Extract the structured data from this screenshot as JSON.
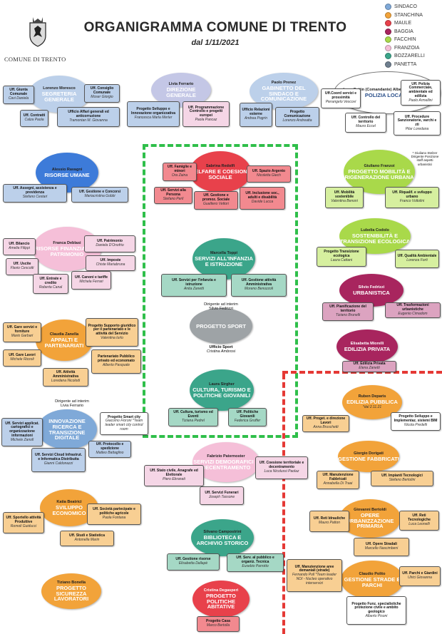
{
  "header": {
    "title": "ORGANIGRAMMA  COMUNE DI TRENTO",
    "date": "dal 1/11/2021",
    "city_label": "COMUNE DI TRENTO"
  },
  "legend": [
    {
      "label": "SINDACO",
      "color": "#7fa9d8"
    },
    {
      "label": "STANCHINA",
      "color": "#f2a33a"
    },
    {
      "label": "MAULE",
      "color": "#e8414b"
    },
    {
      "label": "BAGGIA",
      "color": "#a8255e"
    },
    {
      "label": "FACCHIN",
      "color": "#a9d94a"
    },
    {
      "label": "FRANZOIA",
      "color": "#f5bfd8"
    },
    {
      "label": "BOZZARELLI",
      "color": "#3ba58a"
    },
    {
      "label": "PANETTA",
      "color": "#6f7f8f"
    }
  ],
  "colors": {
    "green_border": "#2fbf4a",
    "red_border": "#e53935"
  },
  "units": [
    {
      "id": "segreteria",
      "head": "Lorenzo Moresco",
      "name": "SEGRETERIA GENERALE",
      "color": "#bcd0ea"
    },
    {
      "id": "direzione",
      "head": "Livia Ferrario",
      "name": "DIREZIONE GENERALE",
      "color": "#c4c7e6"
    },
    {
      "id": "gabinetto",
      "head": "Paolo Prenez",
      "name": "GABINETTO DEL SINDACO E COMUNICAZIONE",
      "color": "#bcd0ea"
    },
    {
      "id": "polizia",
      "head": "Luca Sattin (Comandante) Alberto Adami (Vice)",
      "name": "POLIZIA LOCALE",
      "color": "#ffffff"
    },
    {
      "id": "risorse",
      "head": "Alessio Ravagni",
      "name": "RISORSE UMANE",
      "color": "#3d7bd9"
    },
    {
      "id": "welfare",
      "head": "Sabrina Redolfi",
      "name": "WELFARE E COESIONE SOCIALE",
      "color": "#e8414b"
    },
    {
      "id": "mobilita",
      "head": "Giuliano Franzoi",
      "name": "PROGETTO MOBILITÀ E RIGENERAZIONE URBANA",
      "color": "#a9d94a"
    },
    {
      "id": "finanziarie",
      "head": "Franca Deblasi",
      "name": "RISORSE FINANZIARIE E PATRIMONIO",
      "color": "#f5bfd8"
    },
    {
      "id": "infanzia",
      "head": "Marcella Toppi",
      "name": "SERVIZI ALL'INFANZIA E ISTRUZIONE",
      "color": "#3ba58a"
    },
    {
      "id": "sostenibilita",
      "head": "Lubelia Codolo",
      "name": "SOSTENIBILITÀ E TRANSIZIONE ECOLOGICA",
      "color": "#a9d94a"
    },
    {
      "id": "urbanistica",
      "head": "Silvio Fedrizzi",
      "name": "URBANISTICA",
      "color": "#a8255e"
    },
    {
      "id": "sport",
      "head": "Dirigente ad interim\nSilvio Fedrizzi",
      "name": "PROGETTO SPORT",
      "color": "#9ea3a6"
    },
    {
      "id": "edilizia",
      "head": "Elisabetta Miorelli",
      "name": "EDILIZIA PRIVATA",
      "color": "#a8255e"
    },
    {
      "id": "appalti",
      "head": "Claudia Zanella",
      "name": "APPALTI E PARTENARIATI",
      "color": "#f2a33a"
    },
    {
      "id": "cultura",
      "head": "Laura Sirgher",
      "name": "CULTURA, TURISMO E POLITICHE GIOVANILI",
      "color": "#3ba58a"
    },
    {
      "id": "innovazione",
      "head": "Dirigente ad interim\nLivia Ferrario",
      "name": "INNOVAZIONE RICERCA E TRANSIZIONE DIGITALE",
      "color": "#7fa9d8"
    },
    {
      "id": "ediliziapub",
      "head": "Ruben Deparis",
      "name": "EDILIZIA PUBBLICA",
      "color": "#f2a33a"
    },
    {
      "id": "servizidemo",
      "head": "Fabrizio Paternoster",
      "name": "SERVIZI DEMOGRAFICI E DECENTRAMENTO",
      "color": "#f5bfd8"
    },
    {
      "id": "fabbricati",
      "head": "Giorgio Dorigati",
      "name": "GESTIONE FABBRICATI",
      "color": "#f2a33a"
    },
    {
      "id": "sviluppo",
      "head": "Katia Beatrici",
      "name": "SVILUPPO ECONOMICO",
      "color": "#f2a33a"
    },
    {
      "id": "operepub",
      "head": "Giovanni Bertoldi",
      "name": "OPERE URBANIZZAZIONE PRIMARIA",
      "color": "#f2a33a"
    },
    {
      "id": "biblioteca",
      "head": "Silvano Campostrini",
      "name": "BIBLIOTECA E ARCHIVIO STORICO",
      "color": "#3ba58a"
    },
    {
      "id": "strade",
      "head": "Claudio Polito",
      "name": "GESTIONE STRADE E PARCHI",
      "color": "#f2a33a"
    },
    {
      "id": "sicurezza",
      "head": "Tiziano Bonella",
      "name": "PROGETTO SICUREZZA LAVORATORI",
      "color": "#f2a33a"
    },
    {
      "id": "abitative",
      "head": "Cristina Degasperi",
      "name": "PROGETTO POLITICHE ABITATIVE",
      "color": "#e8414b"
    }
  ],
  "offices": [
    {
      "t": "Uff. Giunta Comunale",
      "p": "Cavi Daniela",
      "c": "#bcd0ea"
    },
    {
      "t": "Uff. Consiglio Comunale",
      "p": "Moser Giorgio",
      "c": "#bcd0ea"
    },
    {
      "t": "Uff. Contratti",
      "p": "Calza Paola",
      "c": "#bcd0ea"
    },
    {
      "t": "Ufficio Affari generali ed anticorruzione",
      "p": "Tramontan M. Giovanna",
      "c": "#bcd0ea"
    },
    {
      "t": "Progetto Sviluppo e Innovazione organizzativa",
      "p": "Francesca Marla Merler",
      "c": "#bcd0ea"
    },
    {
      "t": "Uff. Programmazione Controllo e progetti europei",
      "p": "Paola Pancaz",
      "c": "#f5d6e6"
    },
    {
      "t": "Ufficio Relazioni esterne",
      "p": "Andrea Pogrin",
      "c": "#bcd0ea"
    },
    {
      "t": "Progetto Comunicazione",
      "p": "Lorenzo Andreatta",
      "c": "#bcd0ea"
    },
    {
      "t": "Uff.Coord servizi e prossimità",
      "p": "Pierangelo Vescovi",
      "c": "#ffffff"
    },
    {
      "t": "Uff. Polizia Commerciale, ambientale ed edilizia",
      "p": "Paolo Armellini",
      "c": "#ffffff"
    },
    {
      "t": "Uff. Controllo del territorio",
      "p": "Mauro Eccel",
      "c": "#ffffff"
    },
    {
      "t": "Uff. Procedure Sanzionatorie, varchi e zti",
      "p": "Pilar Loredana",
      "c": "#ffffff"
    },
    {
      "t": "Uff. Assegni, assistenza e previdenza",
      "p": "Stefano Cestari",
      "c": "#bcd0ea"
    },
    {
      "t": "Uff. Gestione e Concorsi",
      "p": "Mariacristina Gobbi",
      "c": "#bcd0ea"
    },
    {
      "t": "Uff. Famiglie e minori",
      "p": "Ora Zaina",
      "c": "#f2898f"
    },
    {
      "t": "Uff. Spazio Argento",
      "p": "Nicoletta Giech",
      "c": "#f2898f"
    },
    {
      "t": "Uff. Servizi alla Persona",
      "p": "Stefano Perli",
      "c": "#f2898f"
    },
    {
      "t": "Uff. Gestione e promoz. Sociale",
      "p": "Gualtiero Vettori",
      "c": "#f2898f"
    },
    {
      "t": "Uff. Inclusione soc., adulti e disabilità",
      "p": "Davide Lucca",
      "c": "#f2898f"
    },
    {
      "t": "Uff. Mobilità sostenibile",
      "p": "Valentina Benoni",
      "c": "#d6ef9f"
    },
    {
      "t": "Uff. Riqualif. e sviluppo urbano",
      "p": "Franco Voltolini",
      "c": "#d6ef9f"
    },
    {
      "t": "Uff. Bilancio",
      "p": "Amelia Filippi",
      "c": "#f5d6e6"
    },
    {
      "t": "Uff. Patrimonio",
      "p": "Daniela D'Onofrio",
      "c": "#f5d6e6"
    },
    {
      "t": "Uff. Imposte",
      "p": "Chiste Mariabruna",
      "c": "#f5d6e6"
    },
    {
      "t": "Uff. Uscite",
      "p": "Flavio Cescotti",
      "c": "#f5d6e6"
    },
    {
      "t": "Uff. Entrate e credito",
      "p": "Roberta Canal",
      "c": "#f5d6e6"
    },
    {
      "t": "Uff. Canoni e tariffe",
      "p": "Michela Ferrari",
      "c": "#f5d6e6"
    },
    {
      "t": "Uff. Servizi per l'infanzia e istruzione",
      "p": "Anita Zanetti",
      "c": "#a5d8c5"
    },
    {
      "t": "Uff. Gestione attività Amministrativa",
      "p": "Moreno Benozzoli",
      "c": "#a5d8c5"
    },
    {
      "t": "Progetto Transizione ecologica",
      "p": "Laura Cattani",
      "c": "#d6ef9f"
    },
    {
      "t": "Uff. Qualità Ambientale",
      "p": "Lorenza Forti",
      "c": "#d6ef9f"
    },
    {
      "t": "Uff. Pianificazione del territorio",
      "p": "Tiziano Brunelli",
      "c": "#dca3c0"
    },
    {
      "t": "Uff. Trasformazioni urbanistiche",
      "p": "Eugenio Cimadom",
      "c": "#dca3c0"
    },
    {
      "t": "Ufficio Sport",
      "p": "Cristina Ambrosi",
      "c": "#ffffff"
    },
    {
      "t": "Uff. Edilizia Privata",
      "p": "Elena Zanetti",
      "c": "#dca3c0"
    },
    {
      "t": "Uff. Gare servizi e forniture",
      "p": "Mario Garbari",
      "c": "#f8cf93"
    },
    {
      "t": "Progetto Supporto giuridico per il partenariato e le attività del Servizio",
      "p": "Valentina Iurlo",
      "c": "#f8cf93"
    },
    {
      "t": "Uff. Gare Lavori",
      "p": "Michele Rizzoli",
      "c": "#f8cf93"
    },
    {
      "t": "Partenariato Pubblico privato ed economato",
      "p": "Alberto Pasquale",
      "c": "#f8cf93"
    },
    {
      "t": "Uff. Attività Amministrativa",
      "p": "Loredana Nicolodi",
      "c": "#f8cf93"
    },
    {
      "t": "Uff. Cultura, turismo ed Eventi",
      "p": "Tiziana Pedrel",
      "c": "#a5d8c5"
    },
    {
      "t": "Uff. Politiche Giovanili",
      "p": "Federica Gruffer",
      "c": "#a5d8c5"
    },
    {
      "t": "Uff. Servizi applicat. cartografici e organizzazione informazioni",
      "p": "Michele Zanoll",
      "c": "#bcd0ea"
    },
    {
      "t": "Progetto Smart city",
      "p": "Giacomo Fioroni *Team leader smart city control room",
      "c": "#ffffff"
    },
    {
      "t": "Uff. Protocollo e spedizione",
      "p": "Matteo Battaglino",
      "c": "#bcd0ea"
    },
    {
      "t": "Uff. Servizi Cloud Infrastrut. e Informatica Distribuita",
      "p": "Gianni Caldonazzi",
      "c": "#bcd0ea"
    },
    {
      "t": "Uff. Proget. e direzione Lavori",
      "p": "Anna Bruschetti",
      "c": "#f8cf93"
    },
    {
      "t": "Progetto Sviluppo e Implementaz. sistemi BIM",
      "p": "Nicola Predelli",
      "c": "#ffffff"
    },
    {
      "t": "Uff. Stato civile, Anagrafe ed Elettorale",
      "p": "Piero Ebranati",
      "c": "#f5d6e6"
    },
    {
      "t": "Uff. Servizi Funerari",
      "p": "Joseph Tassone",
      "c": "#f5d6e6"
    },
    {
      "t": "Uff. Coesione territoriale e decentramento",
      "p": "Luca Nicolussi Paolaz",
      "c": "#f5d6e6"
    },
    {
      "t": "Uff. Manutenzione Fabbricati",
      "p": "Annabella Di Traai",
      "c": "#f8cf93"
    },
    {
      "t": "Uff. Impianti Tecnologici",
      "p": "Stefano Bertolini",
      "c": "#f8cf93"
    },
    {
      "t": "Uff. Sportello attività Produttive",
      "p": "Romoli Guiducci",
      "c": "#f8cf93"
    },
    {
      "t": "Uff. Società partecipate e politiche agricole",
      "p": "Paola Fontana",
      "c": "#f8cf93"
    },
    {
      "t": "Uff. Studi e Statistica",
      "p": "Antonella Marin",
      "c": "#f8cf93"
    },
    {
      "t": "Uff. Reti Idrauliche",
      "p": "Mauro Patton",
      "c": "#f8cf93"
    },
    {
      "t": "Uff. Reti Tecnologiche",
      "p": "Luca Leonelli",
      "c": "#f8cf93"
    },
    {
      "t": "Uff. Opere Stradali",
      "p": "Marcello Nascimbeni",
      "c": "#f8cf93"
    },
    {
      "t": "Uff. Gestione risorse",
      "p": "Elisabetta Dallapè",
      "c": "#a5d8c5"
    },
    {
      "t": "Uff. Serv. al pubblico e organiz. Tecnica",
      "p": "Eusebio Parrotto",
      "c": "#a5d8c5"
    },
    {
      "t": "Uff. Manutenzione aree demaniali (strade)",
      "p": "Fernando Poll *Team leader NOI - Nucleo operativo interservizi",
      "c": "#f8cf93"
    },
    {
      "t": "Uff. Parchi e Giardini",
      "p": "Ulrici Giovanna",
      "c": "#f8cf93"
    },
    {
      "t": "Progetto Funz. specialistiche protezione civile e ambito geologico",
      "p": "Alberto Pisoni",
      "c": "#ffffff"
    },
    {
      "t": "Progetto Casa",
      "p": "Marco Bertolla",
      "c": "#f2898f"
    }
  ],
  "notes": {
    "mobilita_note": "* Giuliano Stelzer Dirigente Posizione staff aspetti urbanistici",
    "ediliziapub_note": "*dal 2.11.21"
  }
}
